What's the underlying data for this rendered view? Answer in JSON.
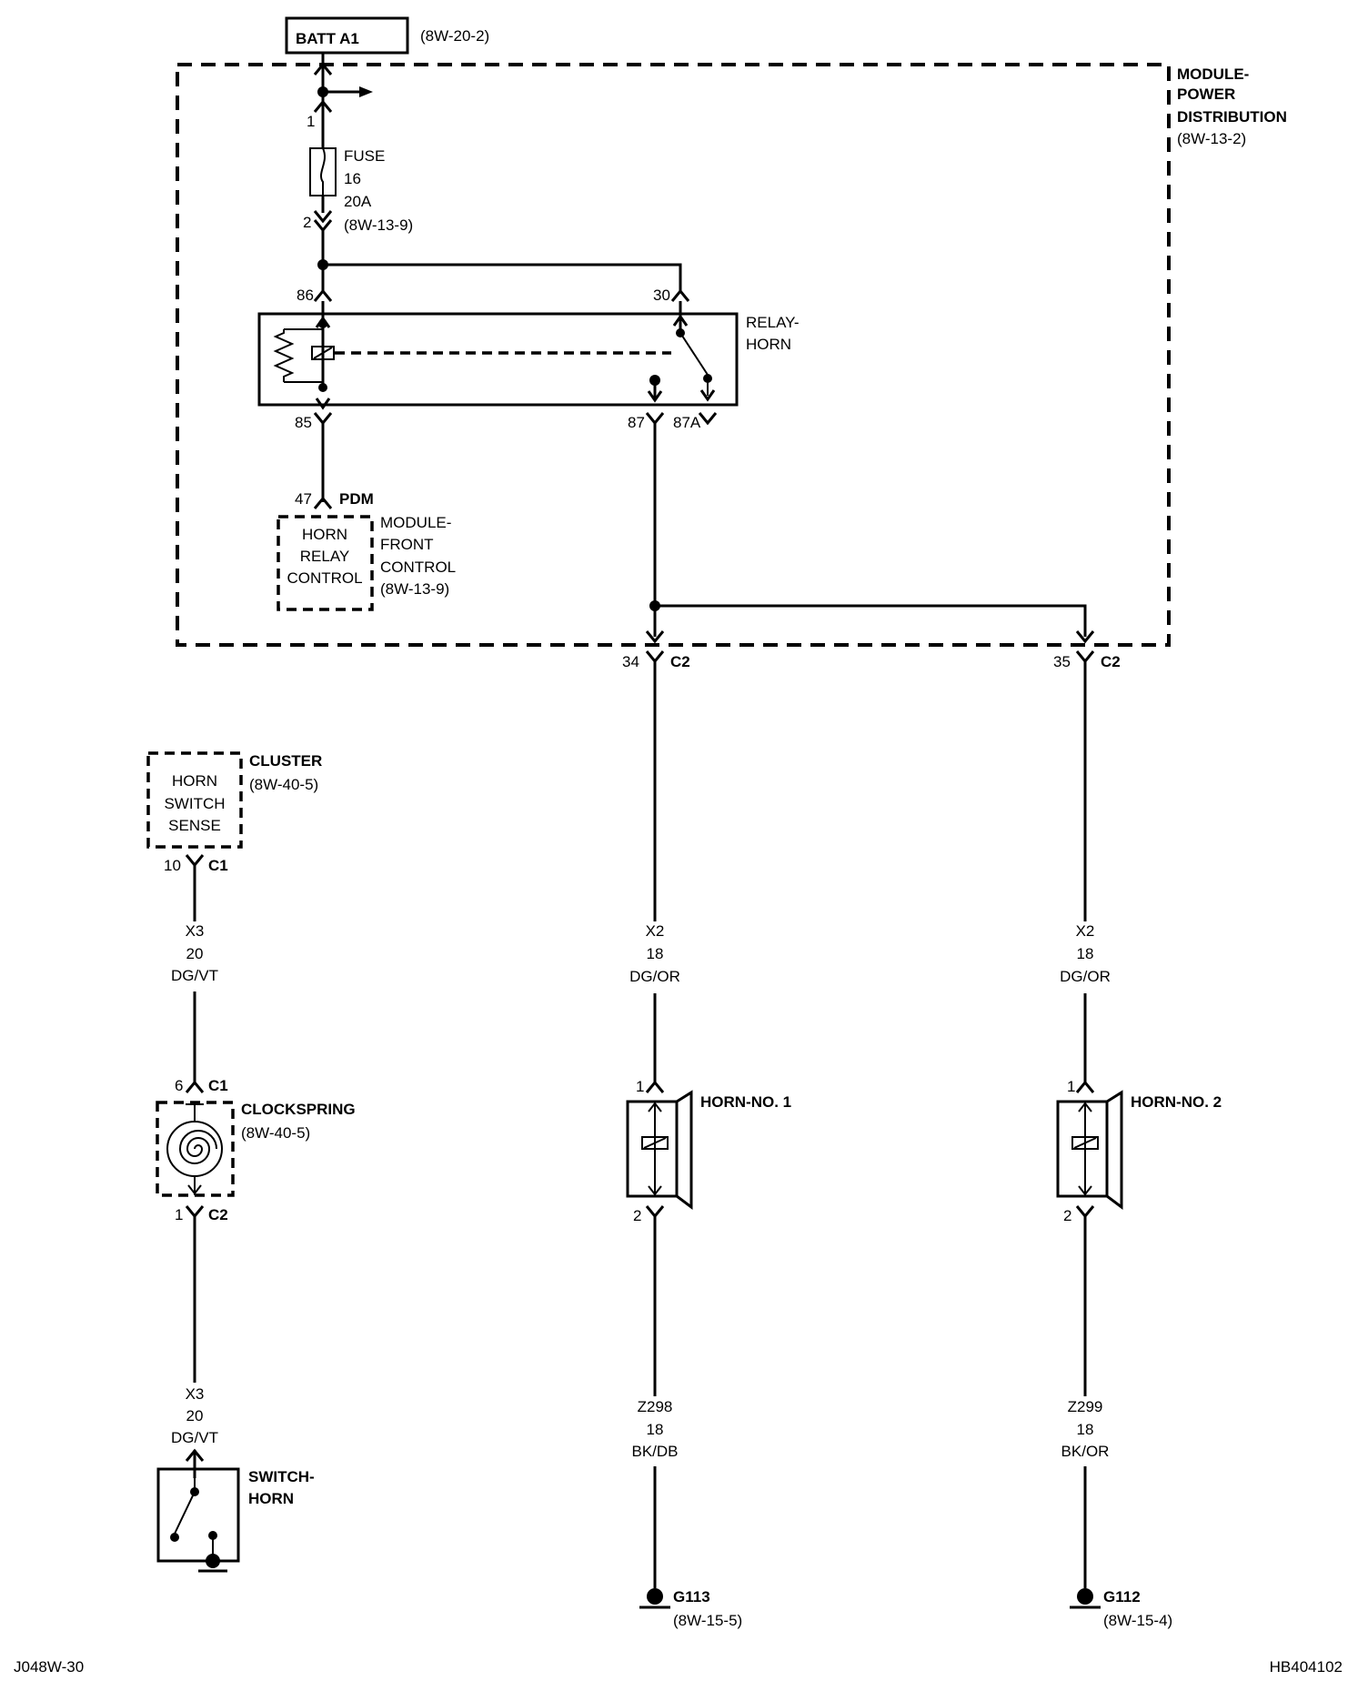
{
  "battery": {
    "label": "BATT A1",
    "ref": "(8W-20-2)"
  },
  "pdm": {
    "name_line1": "MODULE-",
    "name_line2": "POWER",
    "name_line3": "DISTRIBUTION",
    "ref": "(8W-13-2)",
    "pin_1": "1",
    "pin_2": "2",
    "fuse_label": "FUSE",
    "fuse_number": "16",
    "fuse_rating": "20A",
    "fuse_ref": "(8W-13-9)"
  },
  "relay": {
    "name_line1": "RELAY-",
    "name_line2": "HORN",
    "pin_86": "86",
    "pin_30": "30",
    "pin_85": "85",
    "pin_87": "87",
    "pin_87a": "87A"
  },
  "fcm": {
    "pin": "47",
    "connector": "PDM",
    "box_line1": "HORN",
    "box_line2": "RELAY",
    "box_line3": "CONTROL",
    "name_line1": "MODULE-",
    "name_line2": "FRONT",
    "name_line3": "CONTROL",
    "ref": "(8W-13-9)"
  },
  "pdm_outputs": {
    "pin_34": "34",
    "conn_34": "C2",
    "pin_35": "35",
    "conn_35": "C2"
  },
  "cluster": {
    "box_line1": "HORN",
    "box_line2": "SWITCH",
    "box_line3": "SENSE",
    "name": "CLUSTER",
    "ref": "(8W-40-5)",
    "pin": "10",
    "connector": "C1"
  },
  "wires": {
    "cluster_clockspring": {
      "circuit": "X3",
      "gauge": "20",
      "color": "DG/VT"
    },
    "clockspring_switch": {
      "circuit": "X3",
      "gauge": "20",
      "color": "DG/VT"
    },
    "pdm_horn1": {
      "circuit": "X2",
      "gauge": "18",
      "color": "DG/OR"
    },
    "pdm_horn2": {
      "circuit": "X2",
      "gauge": "18",
      "color": "DG/OR"
    },
    "horn1_ground": {
      "circuit": "Z298",
      "gauge": "18",
      "color": "BK/DB"
    },
    "horn2_ground": {
      "circuit": "Z299",
      "gauge": "18",
      "color": "BK/OR"
    }
  },
  "clockspring": {
    "name": "CLOCKSPRING",
    "ref": "(8W-40-5)",
    "pin_top": "6",
    "conn_top": "C1",
    "pin_bottom": "1",
    "conn_bottom": "C2"
  },
  "switch_horn": {
    "name_line1": "SWITCH-",
    "name_line2": "HORN"
  },
  "horn1": {
    "name": "HORN-NO. 1",
    "pin_1": "1",
    "pin_2": "2"
  },
  "horn2": {
    "name": "HORN-NO. 2",
    "pin_1": "1",
    "pin_2": "2"
  },
  "grounds": {
    "g113": {
      "name": "G113",
      "ref": "(8W-15-5)"
    },
    "g112": {
      "name": "G112",
      "ref": "(8W-15-4)"
    }
  },
  "footer": {
    "left_code": "J048W-30",
    "right_code": "HB404102"
  }
}
